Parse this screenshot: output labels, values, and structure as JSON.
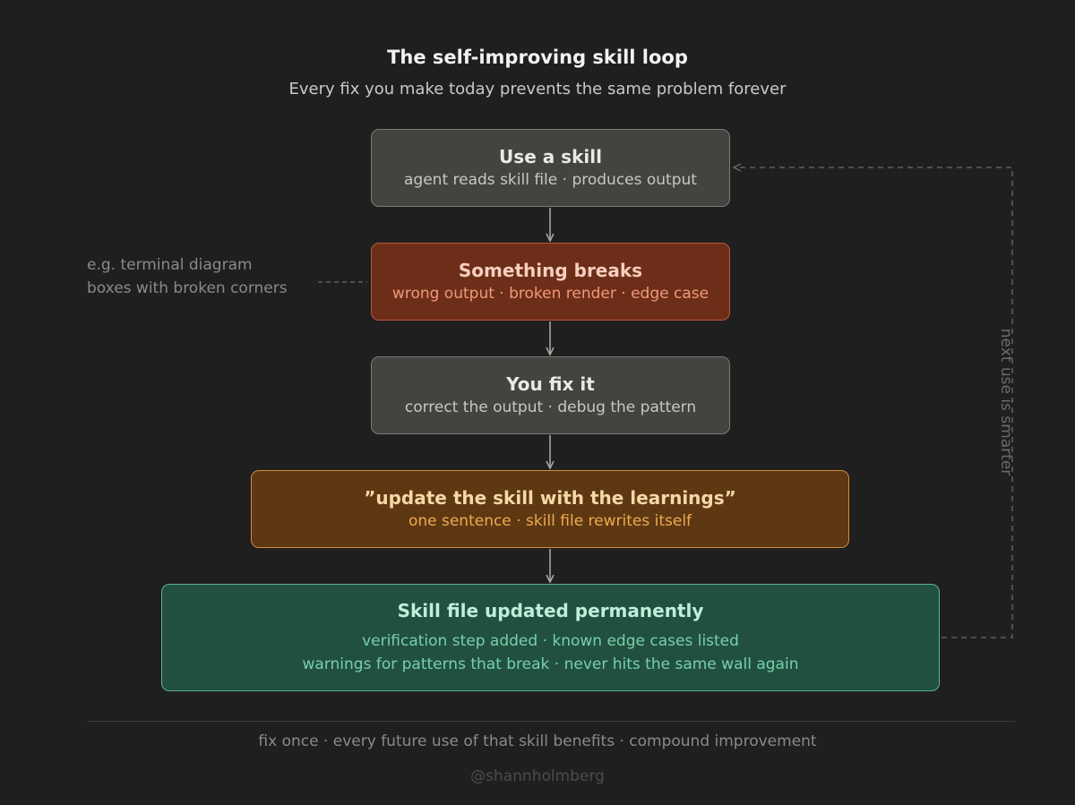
{
  "header": {
    "title": "The self-improving skill loop",
    "subtitle": "Every fix you make today prevents the same problem forever"
  },
  "steps": [
    {
      "title": "Use a skill",
      "lines": [
        "agent reads skill file · produces output"
      ],
      "color": "#434340"
    },
    {
      "title": "Something breaks",
      "lines": [
        "wrong output · broken render · edge case"
      ],
      "color": "#6d2e19"
    },
    {
      "title": "You fix it",
      "lines": [
        "correct the output · debug the pattern"
      ],
      "color": "#434340"
    },
    {
      "title": "”update the skill with the learnings”",
      "lines": [
        "one sentence · skill file rewrites itself"
      ],
      "color": "#5d3812"
    },
    {
      "title": "Skill file updated permanently",
      "lines": [
        "verification step added · known edge cases listed",
        "warnings for patterns that break · never hits the same wall again"
      ],
      "color": "#215040"
    }
  ],
  "annotation": {
    "lines": [
      "e.g. terminal diagram",
      "boxes with broken corners"
    ]
  },
  "loop_label": "next use is smarter",
  "footer": {
    "text": "fix once · every future use of that skill benefits · compound improvement",
    "handle": "@shannholmberg"
  }
}
